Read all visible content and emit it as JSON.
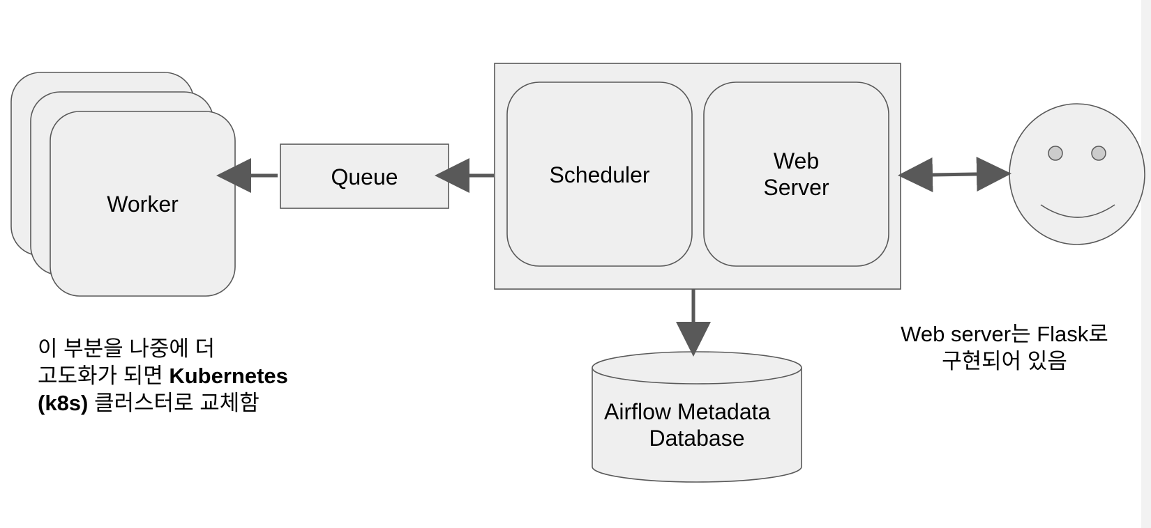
{
  "diagram": {
    "worker_label": "Worker",
    "queue_label": "Queue",
    "scheduler_label": "Scheduler",
    "webserver_label_line1": "Web",
    "webserver_label_line2": "Server",
    "database_label_line1": "Airflow Metadata",
    "database_label_line2": "Database"
  },
  "notes": {
    "kubernetes": {
      "line1": "이 부분을 나중에 더",
      "line2_prefix": "고도화가 되면 ",
      "line2_bold": "Kubernetes",
      "line3_bold": "(k8s)",
      "line3_suffix": " 클러스터로 교체함"
    },
    "flask": {
      "line1": "Web server는 Flask로",
      "line2": "구현되어 있음"
    }
  },
  "colors": {
    "box_fill": "#efefef",
    "box_stroke": "#595959",
    "arrow": "#595959",
    "eye_fill": "#cccccc"
  }
}
